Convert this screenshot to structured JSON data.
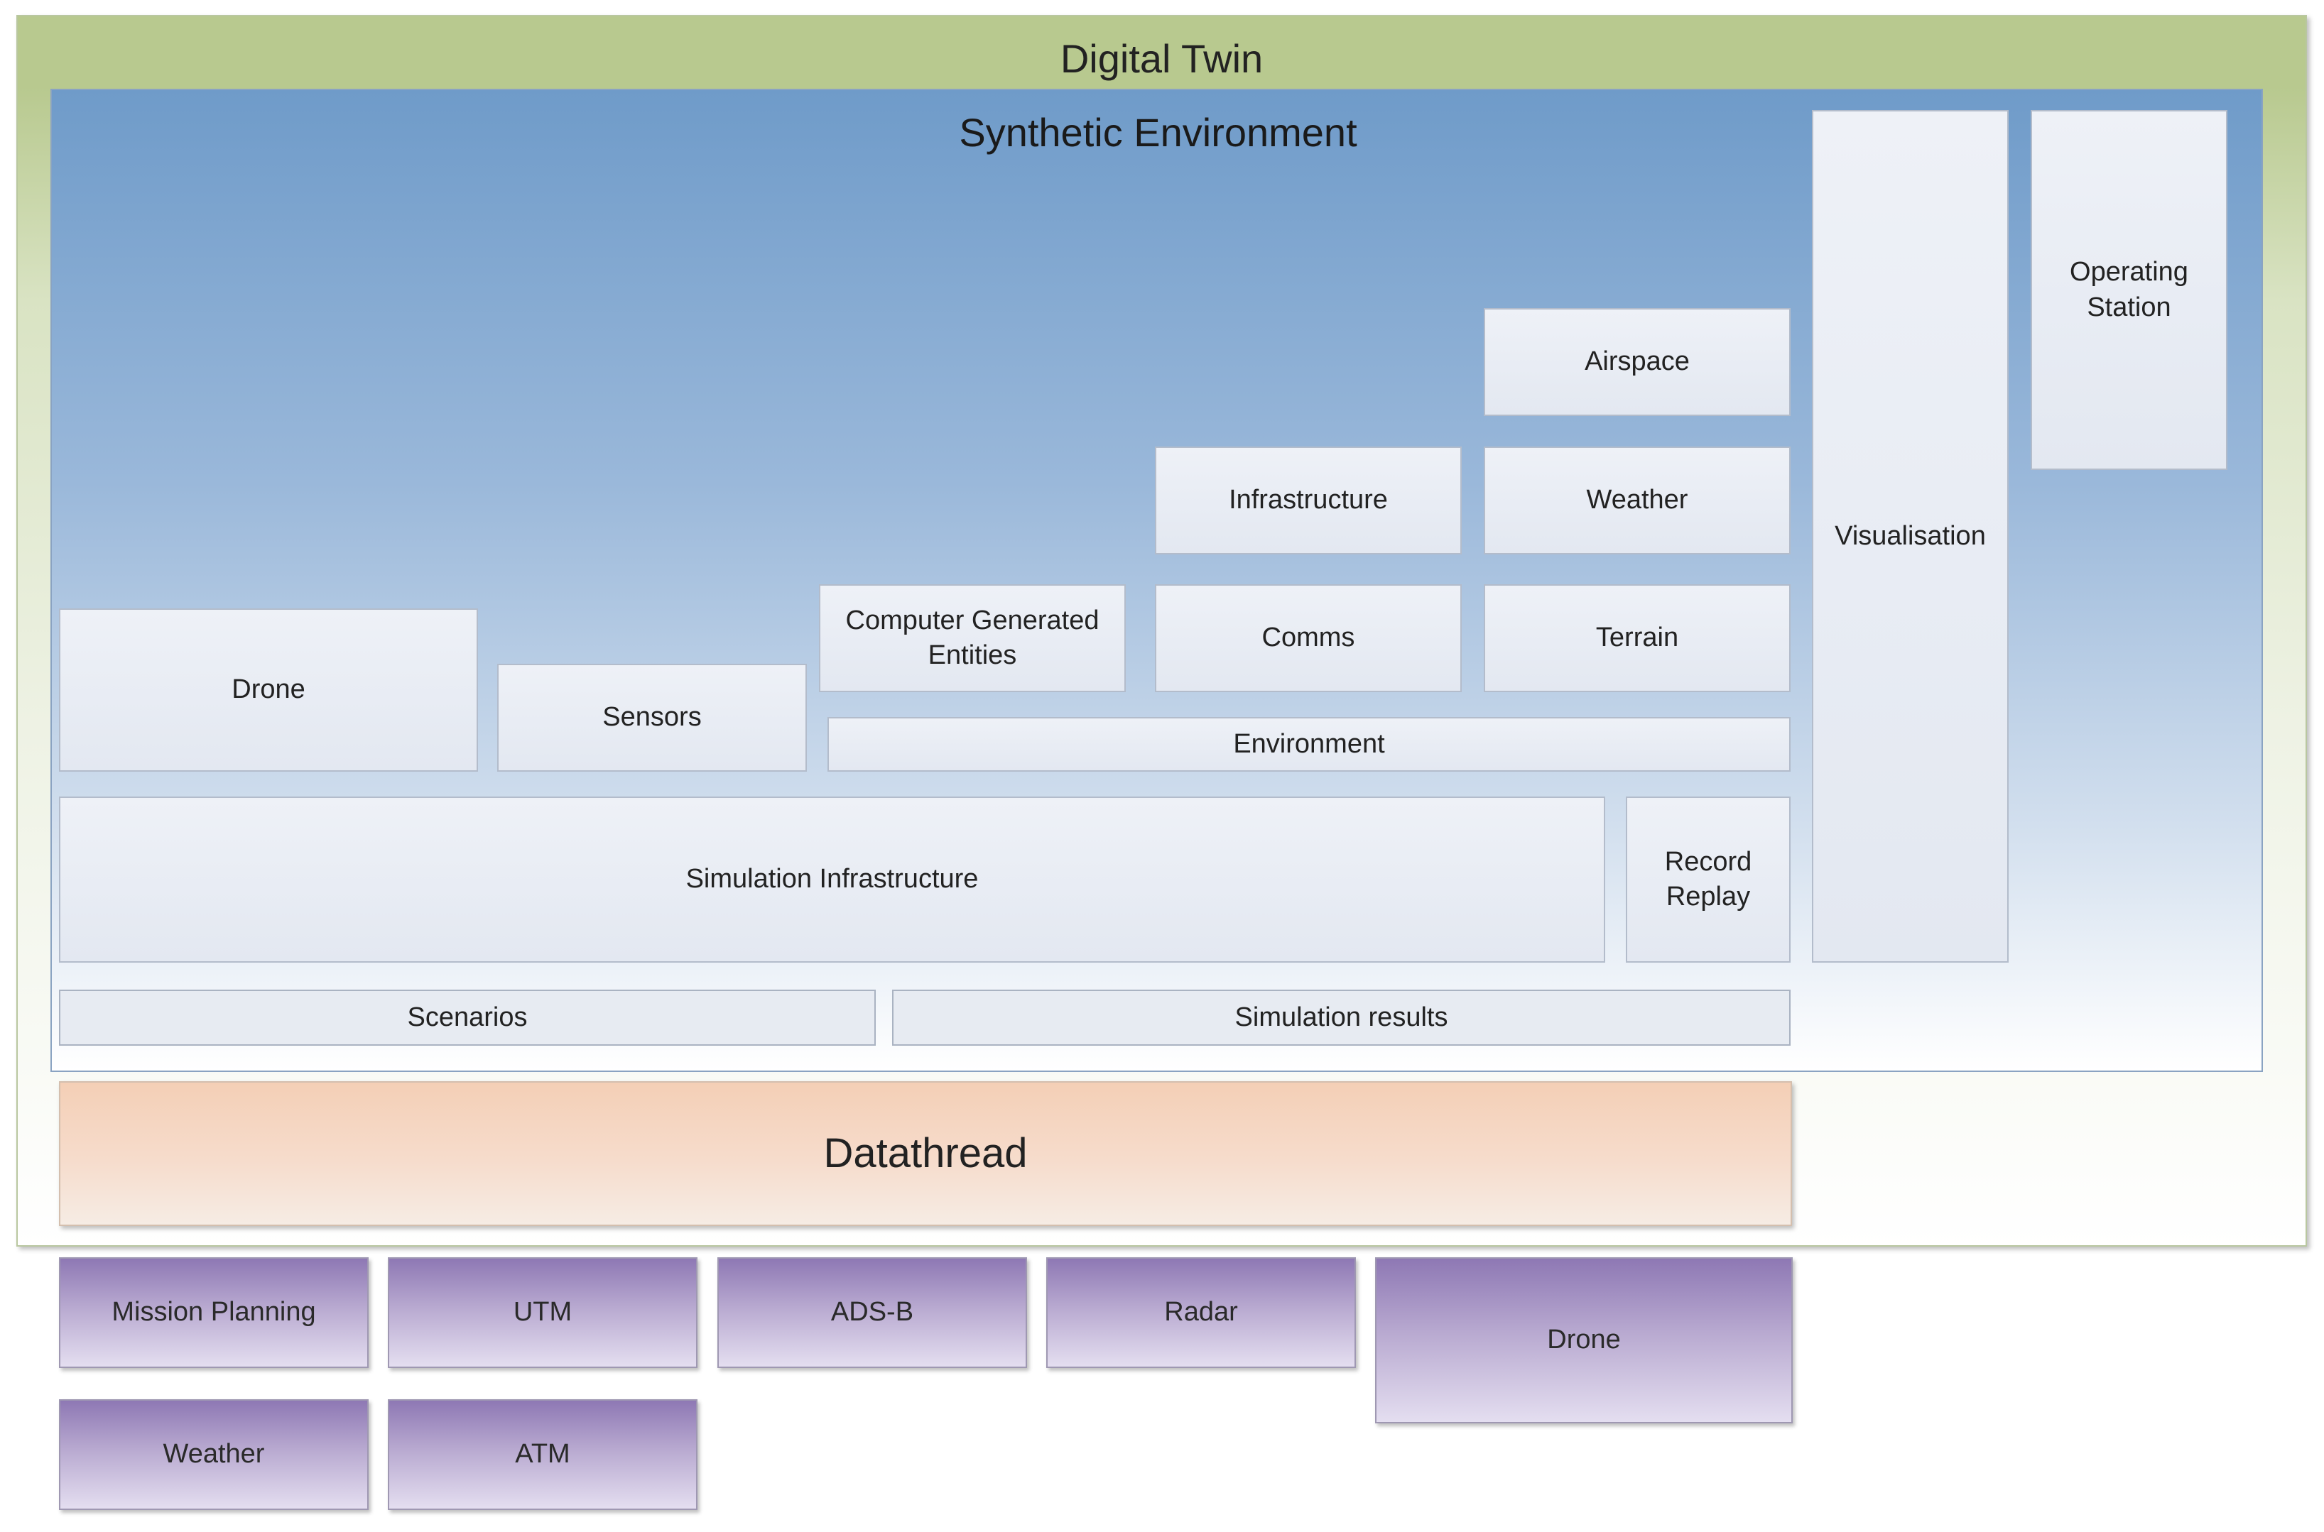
{
  "diagram": {
    "digital_twin": "Digital Twin",
    "synthetic_environment": "Synthetic Environment",
    "blocks": {
      "operating_station": "Operating\nStation",
      "visualisation": "Visualisation",
      "airspace": "Airspace",
      "infrastructure": "Infrastructure",
      "weather": "Weather",
      "computer_generated_entities": "Computer Generated\nEntities",
      "comms": "Comms",
      "terrain": "Terrain",
      "drone": "Drone",
      "sensors": "Sensors",
      "environment": "Environment",
      "simulation_infrastructure": "Simulation Infrastructure",
      "record_replay": "Record\nReplay",
      "scenarios": "Scenarios",
      "simulation_results": "Simulation results"
    },
    "datathread": "Datathread",
    "external": {
      "mission_planning": "Mission Planning",
      "utm": "UTM",
      "ads_b": "ADS-B",
      "radar": "Radar",
      "drone": "Drone",
      "weather": "Weather",
      "atm": "ATM"
    }
  }
}
